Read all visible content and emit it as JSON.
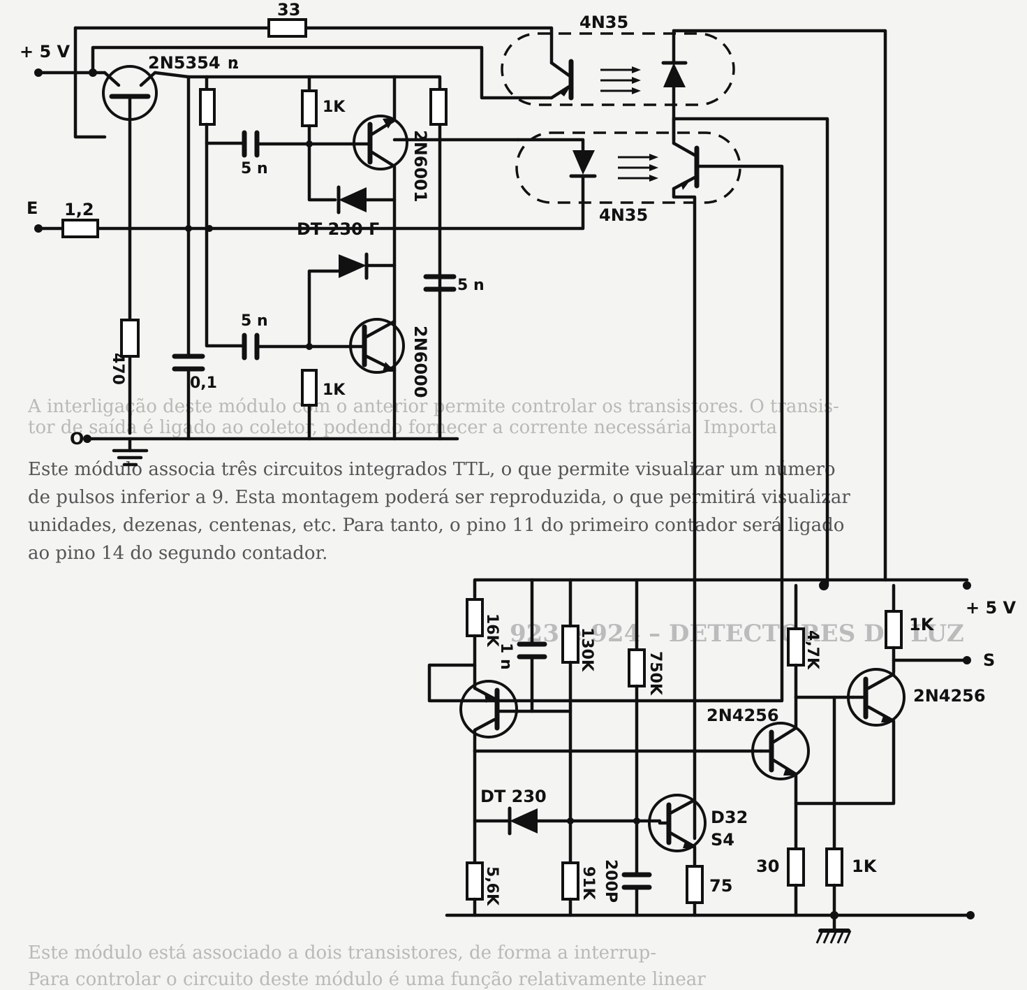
{
  "labels": {
    "vcc_top": "+ 5 V",
    "vcc_bottom": "+ 5 V",
    "input_e": "E",
    "ground_o": "O",
    "output_s": "S",
    "q1": "2N5354",
    "q1_suffix": "ռ",
    "q2": "2N6001",
    "q3": "2N6000",
    "q4": "2N4256",
    "q5": "2N4256",
    "q6": "D32",
    "q6b": "S4",
    "opto_top": "4N35",
    "opto_bottom": "4N35",
    "d1": "DT 230 F",
    "d2": "DT 230",
    "r_33": "33",
    "r_12": "1,2",
    "r_470": "470",
    "r_1k_a": "1K",
    "r_1k_b": "1K",
    "r_16k": "16K",
    "r_130k": "130K",
    "r_750k": "750K",
    "r_4k7": "4,7K",
    "r_1k_c": "1K",
    "r_56k": "5,6K",
    "r_91k": "91K",
    "r_75": "75",
    "r_30": "30",
    "r_1k_d": "1K",
    "c_5n_a": "5 n",
    "c_5n_b": "5 n",
    "c_5n_c": "5 n",
    "c_01": "0,1",
    "c_1n": "1 n",
    "c_200p": "200P"
  },
  "background_text": [
    "A interligação deste módulo com o anterior permite controlar os transistores. O transis-",
    "tor de saída é ligado ao coletor, podendo fornecer a corrente necessária. Importa",
    "Este módulo associa três circuitos integrados TTL, o que permite visualizar um número",
    "de pulsos inferior a 9. Esta montagem poderá ser reproduzida, o que permitirá visualizar",
    "unidades, dezenas, centenas, etc. Para tanto, o pino 11 do primeiro contador será ligado",
    "ao pino 14 do segundo contador.",
    "923 e 924 – DETECTORES DE LUZ",
    "Este módulo está associado a dois transistores, de forma a interrup-",
    "Para controlar o circuito deste módulo é uma função relativamente linear"
  ]
}
